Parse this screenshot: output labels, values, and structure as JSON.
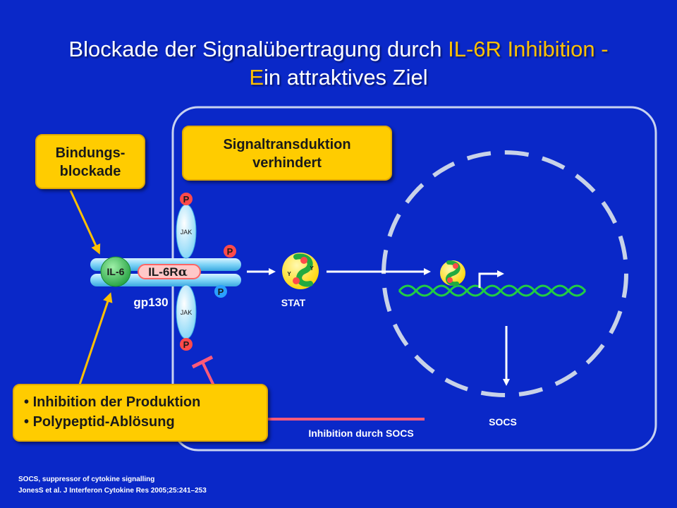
{
  "title": {
    "line1_white": "Blockade der Signalübertragung durch ",
    "line1_yellow": "IL-6R Inhibition -",
    "line2_yellow": "E",
    "line2_white": "in attraktives Ziel"
  },
  "boxes": {
    "bindungs_line1": "Bindungs-",
    "bindungs_line2": "blockade",
    "signal_line1": "Signaltransduktion",
    "signal_line2": "verhindert",
    "list_item1": "Inhibition der Produktion",
    "list_item2": "Polypeptid-Ablösung"
  },
  "diagram": {
    "il6": "IL-6",
    "il6r": "IL-6R",
    "alpha": "α",
    "gp130": "gp130",
    "jak": "JAK",
    "phospho": "P",
    "tyrosine": "Y",
    "stat": "STAT",
    "socs": "SOCS",
    "inhibition_socs": "Inhibition durch SOCS"
  },
  "footnotes": {
    "line1": "SOCS, suppressor of cytokine signalling",
    "line2": "JonesS et al. J Interferon Cytokine Res 2005;25:241–253"
  },
  "colors": {
    "background": "#0a28c8",
    "accent_yellow": "#ffc000",
    "box_fill": "#ffcc00",
    "phospho_red": "#ff4a4a",
    "dna_green": "#22cc44",
    "inhibit_pink": "#ff5a7a"
  }
}
